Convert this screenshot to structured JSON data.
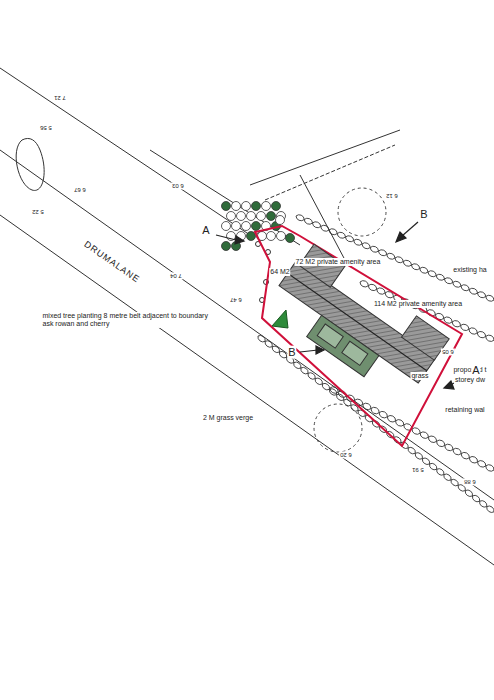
{
  "diagram": {
    "labels": [
      "DRUMALANE",
      "mixed tree planting 8 metre belt adjacent to boundary ask rowan and cherry",
      "2 M grass verge",
      "72 M2 private amenity area",
      "114 M2 private amenity area",
      "existing ha",
      "proposed t",
      "storey dw",
      "retaining wal",
      "grass",
      "64 M2",
      "A",
      "B",
      "B",
      "A",
      "5 56",
      "6 67",
      "5 22",
      "6 03",
      "7 04",
      "6 20",
      "5 91",
      "6 05",
      "6 12",
      "6 47",
      "7 21",
      "6 88"
    ]
  }
}
